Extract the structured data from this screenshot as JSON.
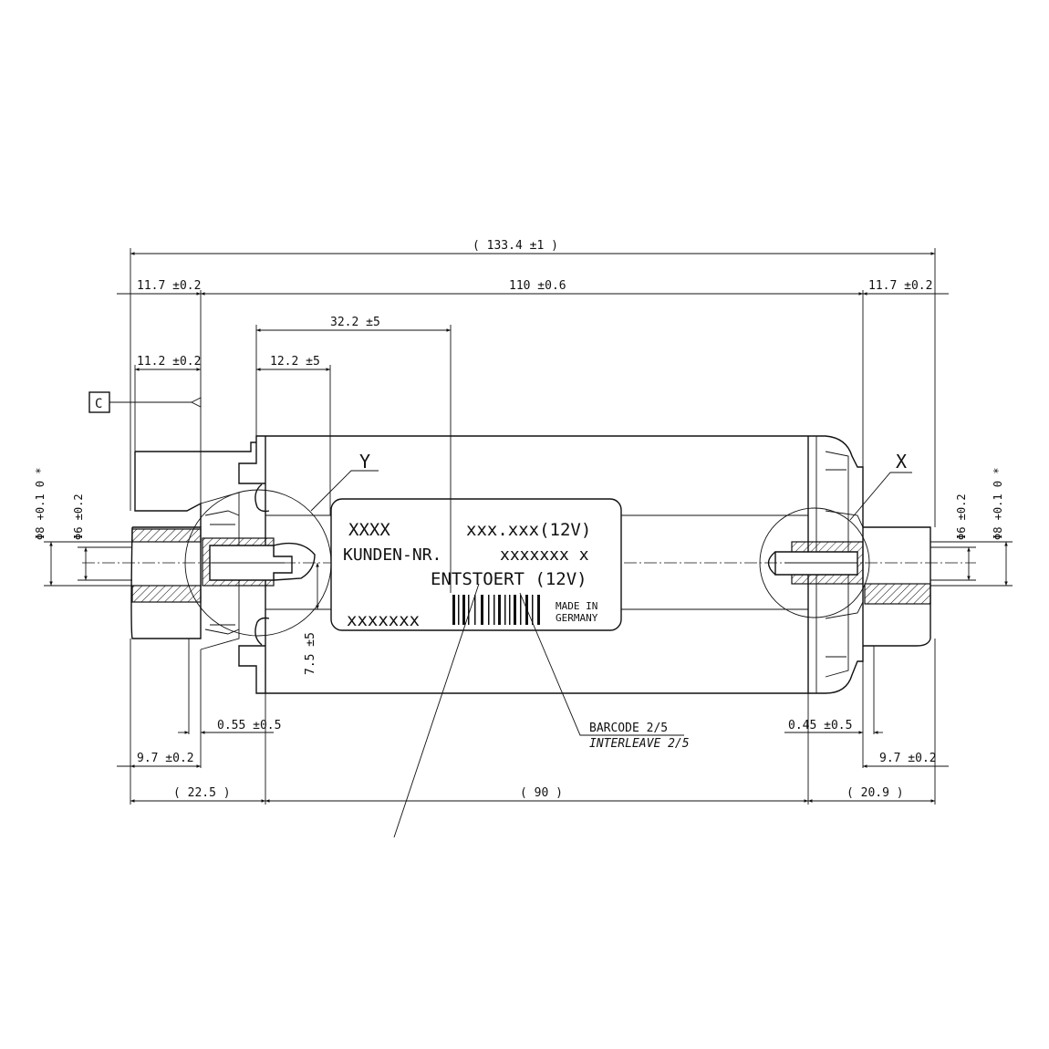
{
  "dimensions": {
    "overall_length": "( 133.4 ±1 )",
    "left_end_length": "11.7 ±0.2",
    "body_length": "110 ±0.6",
    "right_end_length": "11.7 ±0.2",
    "label_offset": "32.2 ±5",
    "inner_offset": "12.2 ±5",
    "left_port_length": "11.2 ±0.2",
    "vertical_offset": "7.5 ±5",
    "left_gap": "0.55 ±0.5",
    "right_gap": "0.45 ±0.5",
    "left_inlet": "9.7 ±0.2",
    "right_inlet": "9.7 ±0.2",
    "left_section": "( 22.5 )",
    "mid_section": "( 90 )",
    "right_section": "( 20.9 )",
    "left_dia_outer": "Φ8 +0.1 0 *",
    "left_dia_inner": "Φ6 ±0.2",
    "right_dia_inner": "Φ6 ±0.2",
    "right_dia_outer": "Φ8 +0.1 0 *"
  },
  "datum_label": "C",
  "detail_labels": {
    "left": "Y",
    "right": "X"
  },
  "nameplate": {
    "line1_left": "XXXX",
    "line1_right": "xxx.xxx(12V)",
    "line2_left": "KUNDEN-NR.",
    "line2_right": "xxxxxxx x",
    "line3": "ENTSTOERT (12V)",
    "serial": "xxxxxxx",
    "made_in_1": "MADE IN",
    "made_in_2": "GERMANY"
  },
  "callout": {
    "line1": "BARCODE 2/5",
    "line2": "INTERLEAVE 2/5"
  }
}
